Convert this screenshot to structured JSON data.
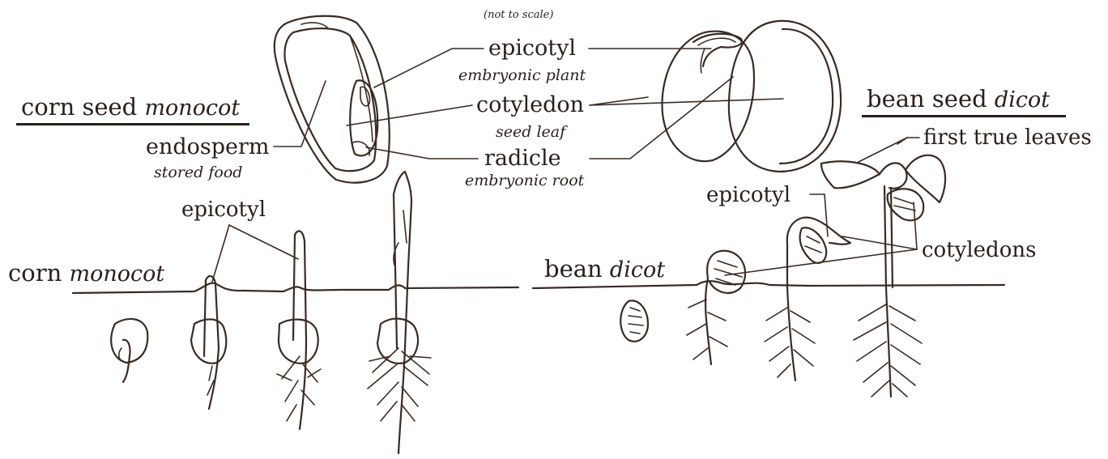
{
  "note": "(not to scale)",
  "corn_seed": {
    "title": "corn seed",
    "title_type": "monocot",
    "endosperm": "endosperm",
    "endosperm_desc": "stored food"
  },
  "center_labels": {
    "epicotyl": "epicotyl",
    "epicotyl_desc": "embryonic plant",
    "cotyledon": "cotyledon",
    "cotyledon_desc": "seed leaf",
    "radicle": "radicle",
    "radicle_desc": "embryonic root"
  },
  "bean_seed": {
    "title": "bean seed",
    "title_type": "dicot",
    "first_true_leaves": "first true leaves",
    "epicotyl": "epicotyl",
    "cotyledons": "cotyledons"
  },
  "corn_growth": {
    "title": "corn",
    "title_type": "monocot",
    "epicotyl": "epicotyl"
  },
  "bean_growth": {
    "title": "bean",
    "title_type": "dicot"
  },
  "colors": {
    "ink": "#3a2a22",
    "background": "#ffffff"
  }
}
